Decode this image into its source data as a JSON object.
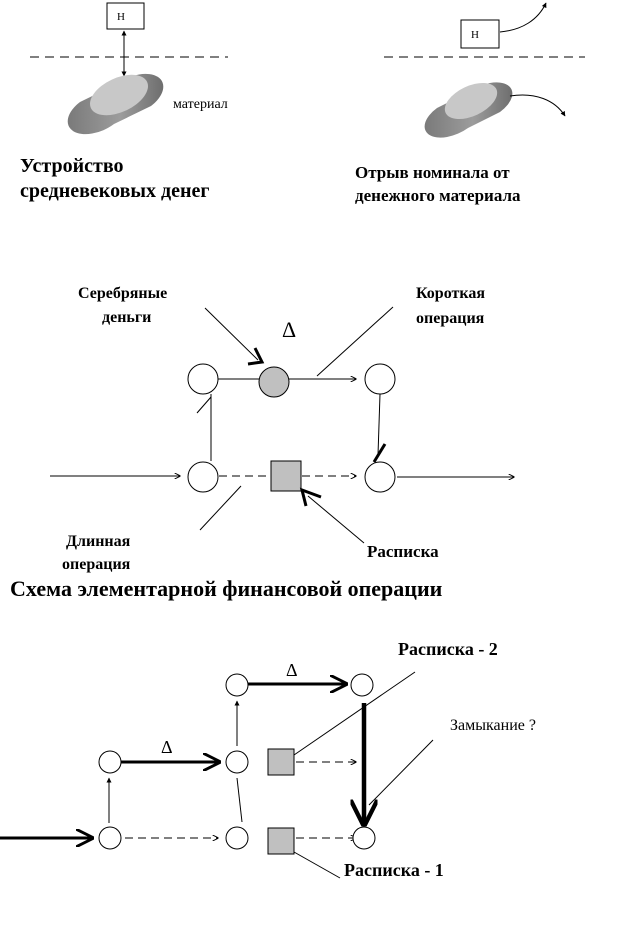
{
  "coin_section": {
    "nominal_label_left": "Н",
    "nominal_label_right": "Н",
    "material_label": "материал",
    "caption_left": [
      "Устройство",
      "средневековых денег"
    ],
    "caption_right": [
      "Отрыв номинала от",
      "денежного материала"
    ]
  },
  "operation_scheme": {
    "silver_label": [
      "Серебряные",
      "деньги"
    ],
    "delta": "Δ",
    "short_label": [
      "Короткая",
      "операция"
    ],
    "long_label": [
      "Длинная",
      "операция"
    ],
    "receipt_label": "Расписка",
    "title": "Схема элементарной финансовой операции"
  },
  "closure_scheme": {
    "receipt2_label": "Расписка  - 2",
    "delta_upper": "Δ",
    "delta_lower": "Δ",
    "closure_label": "Замыкание ?",
    "receipt1_label": "Расписка  - 1"
  },
  "colors": {
    "node_fill": "#ffffff",
    "silver_fill": "#c0c0c0",
    "receipt_fill": "#c0c0c0",
    "line": "#000000"
  }
}
